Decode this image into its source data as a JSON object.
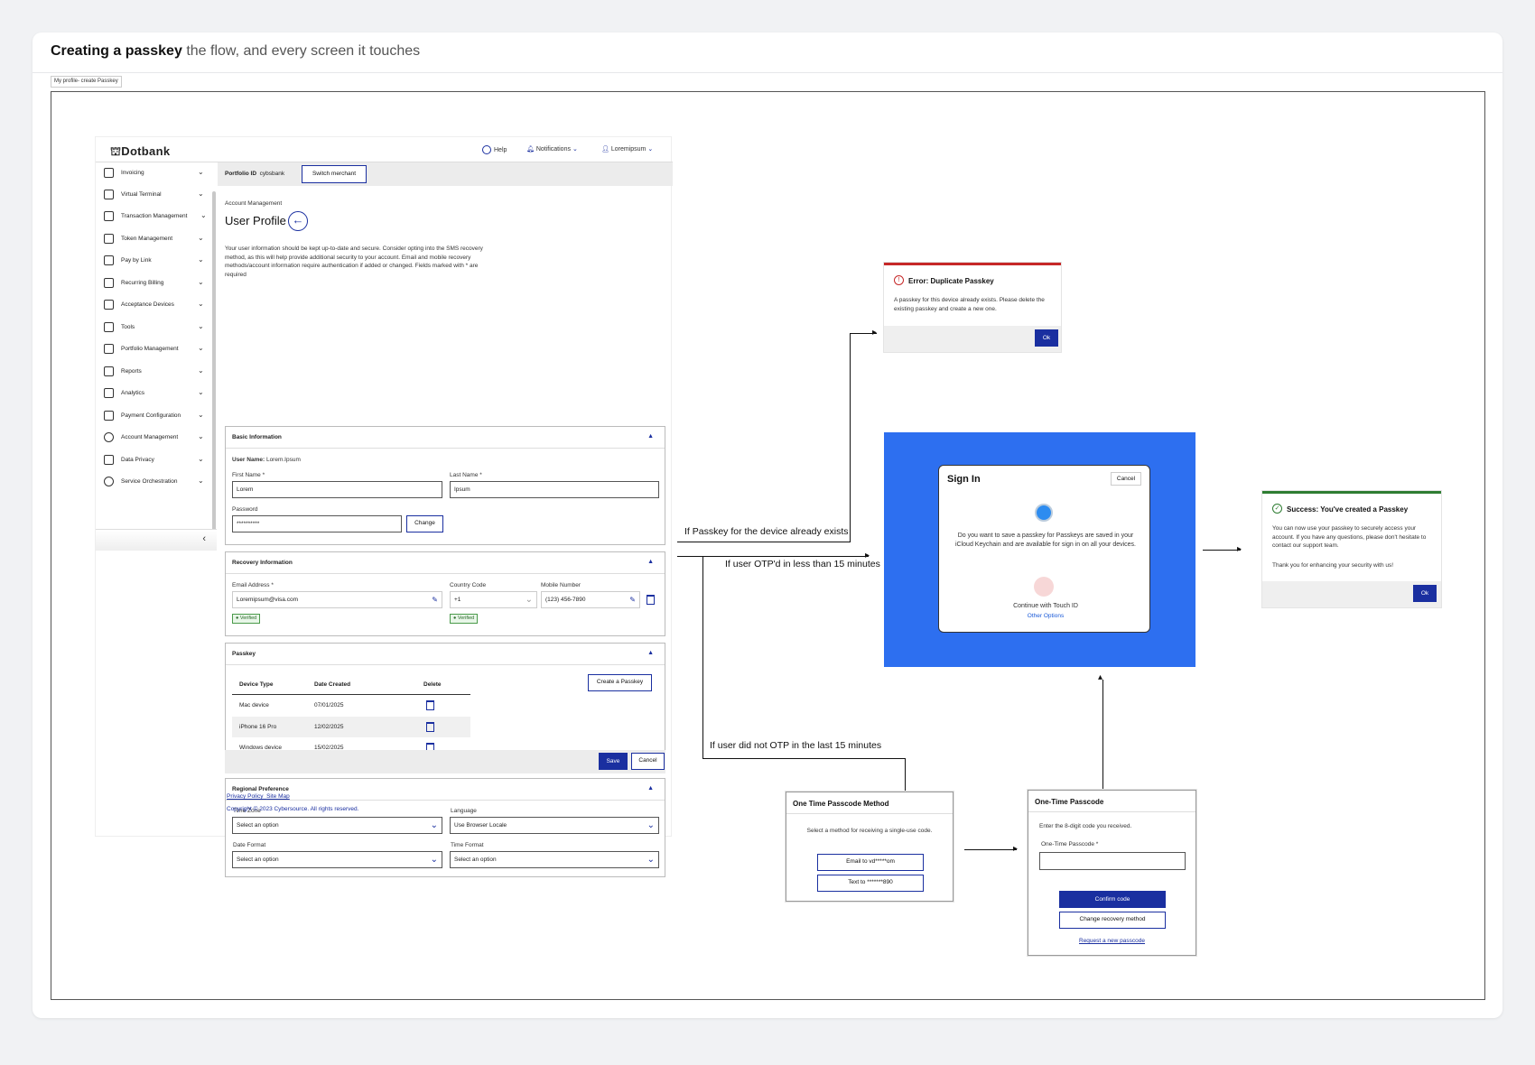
{
  "header": {
    "title_bold": "Creating a passkey",
    "title_rest": "the flow, and every screen it touches"
  },
  "frame_tab": "My profile- create Passkey",
  "app": {
    "logo": "Dotbank",
    "topnav": {
      "help": "Help",
      "notifications": "Notifications",
      "user": "Loremipsum"
    },
    "sidebar": [
      "Invoicing",
      "Virtual Terminal",
      "Transaction Management",
      "Token Management",
      "Pay by Link",
      "Recurring Billing",
      "Acceptance Devices",
      "Tools",
      "Portfolio Management",
      "Reports",
      "Analytics",
      "Payment Configuration",
      "Account Management",
      "Data Privacy",
      "Service Orchestration"
    ],
    "merchant": {
      "label": "Portfolio ID",
      "value": "cybsbank",
      "switch": "Switch merchant"
    },
    "breadcrumb": "Account Management",
    "page_title": "User Profile",
    "intro": "Your user information should be kept up-to-date and secure. Consider opting into the SMS recovery method, as this will help provide additional security to your account. Email and mobile recovery methods/account information require authentication if added or changed. Fields marked with * are required",
    "basic": {
      "title": "Basic Information",
      "username_label": "User Name:",
      "username": "Lorem.Ipsum",
      "first_label": "First Name *",
      "first": "Lorem",
      "last_label": "Last Name *",
      "last": "Ipsum",
      "password_label": "Password",
      "password": "**********",
      "change": "Change"
    },
    "recovery": {
      "title": "Recovery Information",
      "email_label": "Email Address *",
      "email": "Loremipsum@visa.com",
      "country_label": "Country Code",
      "country": "+1",
      "mobile_label": "Mobile Number",
      "mobile": "(123) 456-7890",
      "verified": "Verified"
    },
    "passkey": {
      "title": "Passkey",
      "headers": [
        "Device Type",
        "Date Created",
        "Delete"
      ],
      "rows": [
        {
          "device": "Mac device",
          "date": "07/01/2025"
        },
        {
          "device": "iPhone 16 Pro",
          "date": "12/02/2025"
        },
        {
          "device": "Windows device",
          "date": "15/02/2025"
        }
      ],
      "create": "Create a Passkey"
    },
    "regional": {
      "title": "Regional Preference",
      "tz_label": "Time Zone",
      "tz": "Select an option",
      "lang_label": "Language",
      "lang": "Use Browser Locale",
      "df_label": "Date Format",
      "df": "Select an option",
      "tf_label": "Time Format",
      "tf": "Select an option"
    },
    "save": "Save",
    "cancel": "Cancel",
    "footer_links": [
      "Privacy Policy",
      "Site Map"
    ],
    "copyright": "Copyright © 2023 Cybersource. All rights reserved."
  },
  "flow": {
    "exists": "If Passkey for the device already exists",
    "otp_recent": "If user OTP'd in less than 15 minutes",
    "otp_none": "If user did not OTP in the last 15 minutes"
  },
  "error_dialog": {
    "title": "Error: Duplicate Passkey",
    "body": "A passkey for this device already exists. Please delete the existing passkey and create a new one.",
    "ok": "Ok",
    "accent": "#c62828"
  },
  "signin_dialog": {
    "title": "Sign In",
    "cancel": "Cancel",
    "body": "Do you want to save a passkey for Passkeys are saved in your iCloud Keychain and are available for sign in on all your devices.",
    "touch": "Continue with Touch ID",
    "other": "Other Options",
    "bg": "#2d6ff0"
  },
  "success_dialog": {
    "title": "Success: You've created a Passkey",
    "body": "You can now use your passkey to securely access your account. If you have any questions, please don't hesitate to contact our support team.",
    "thanks": "Thank you for enhancing your security with us!",
    "ok": "Ok",
    "accent": "#2e7d32"
  },
  "otp_method": {
    "title": "One Time Passcode Method",
    "body": "Select a method for receiving a single-use code.",
    "email": "Email to vd*****om",
    "text": "Text to *******890"
  },
  "otp_code": {
    "title": "One-Time Passcode",
    "body": "Enter the 8-digit code you received.",
    "field_label": "One-Time Passcode *",
    "confirm": "Confirm code",
    "change": "Change recovery method",
    "request": "Request a new passcode"
  },
  "colors": {
    "primary": "#1a2fa0"
  }
}
